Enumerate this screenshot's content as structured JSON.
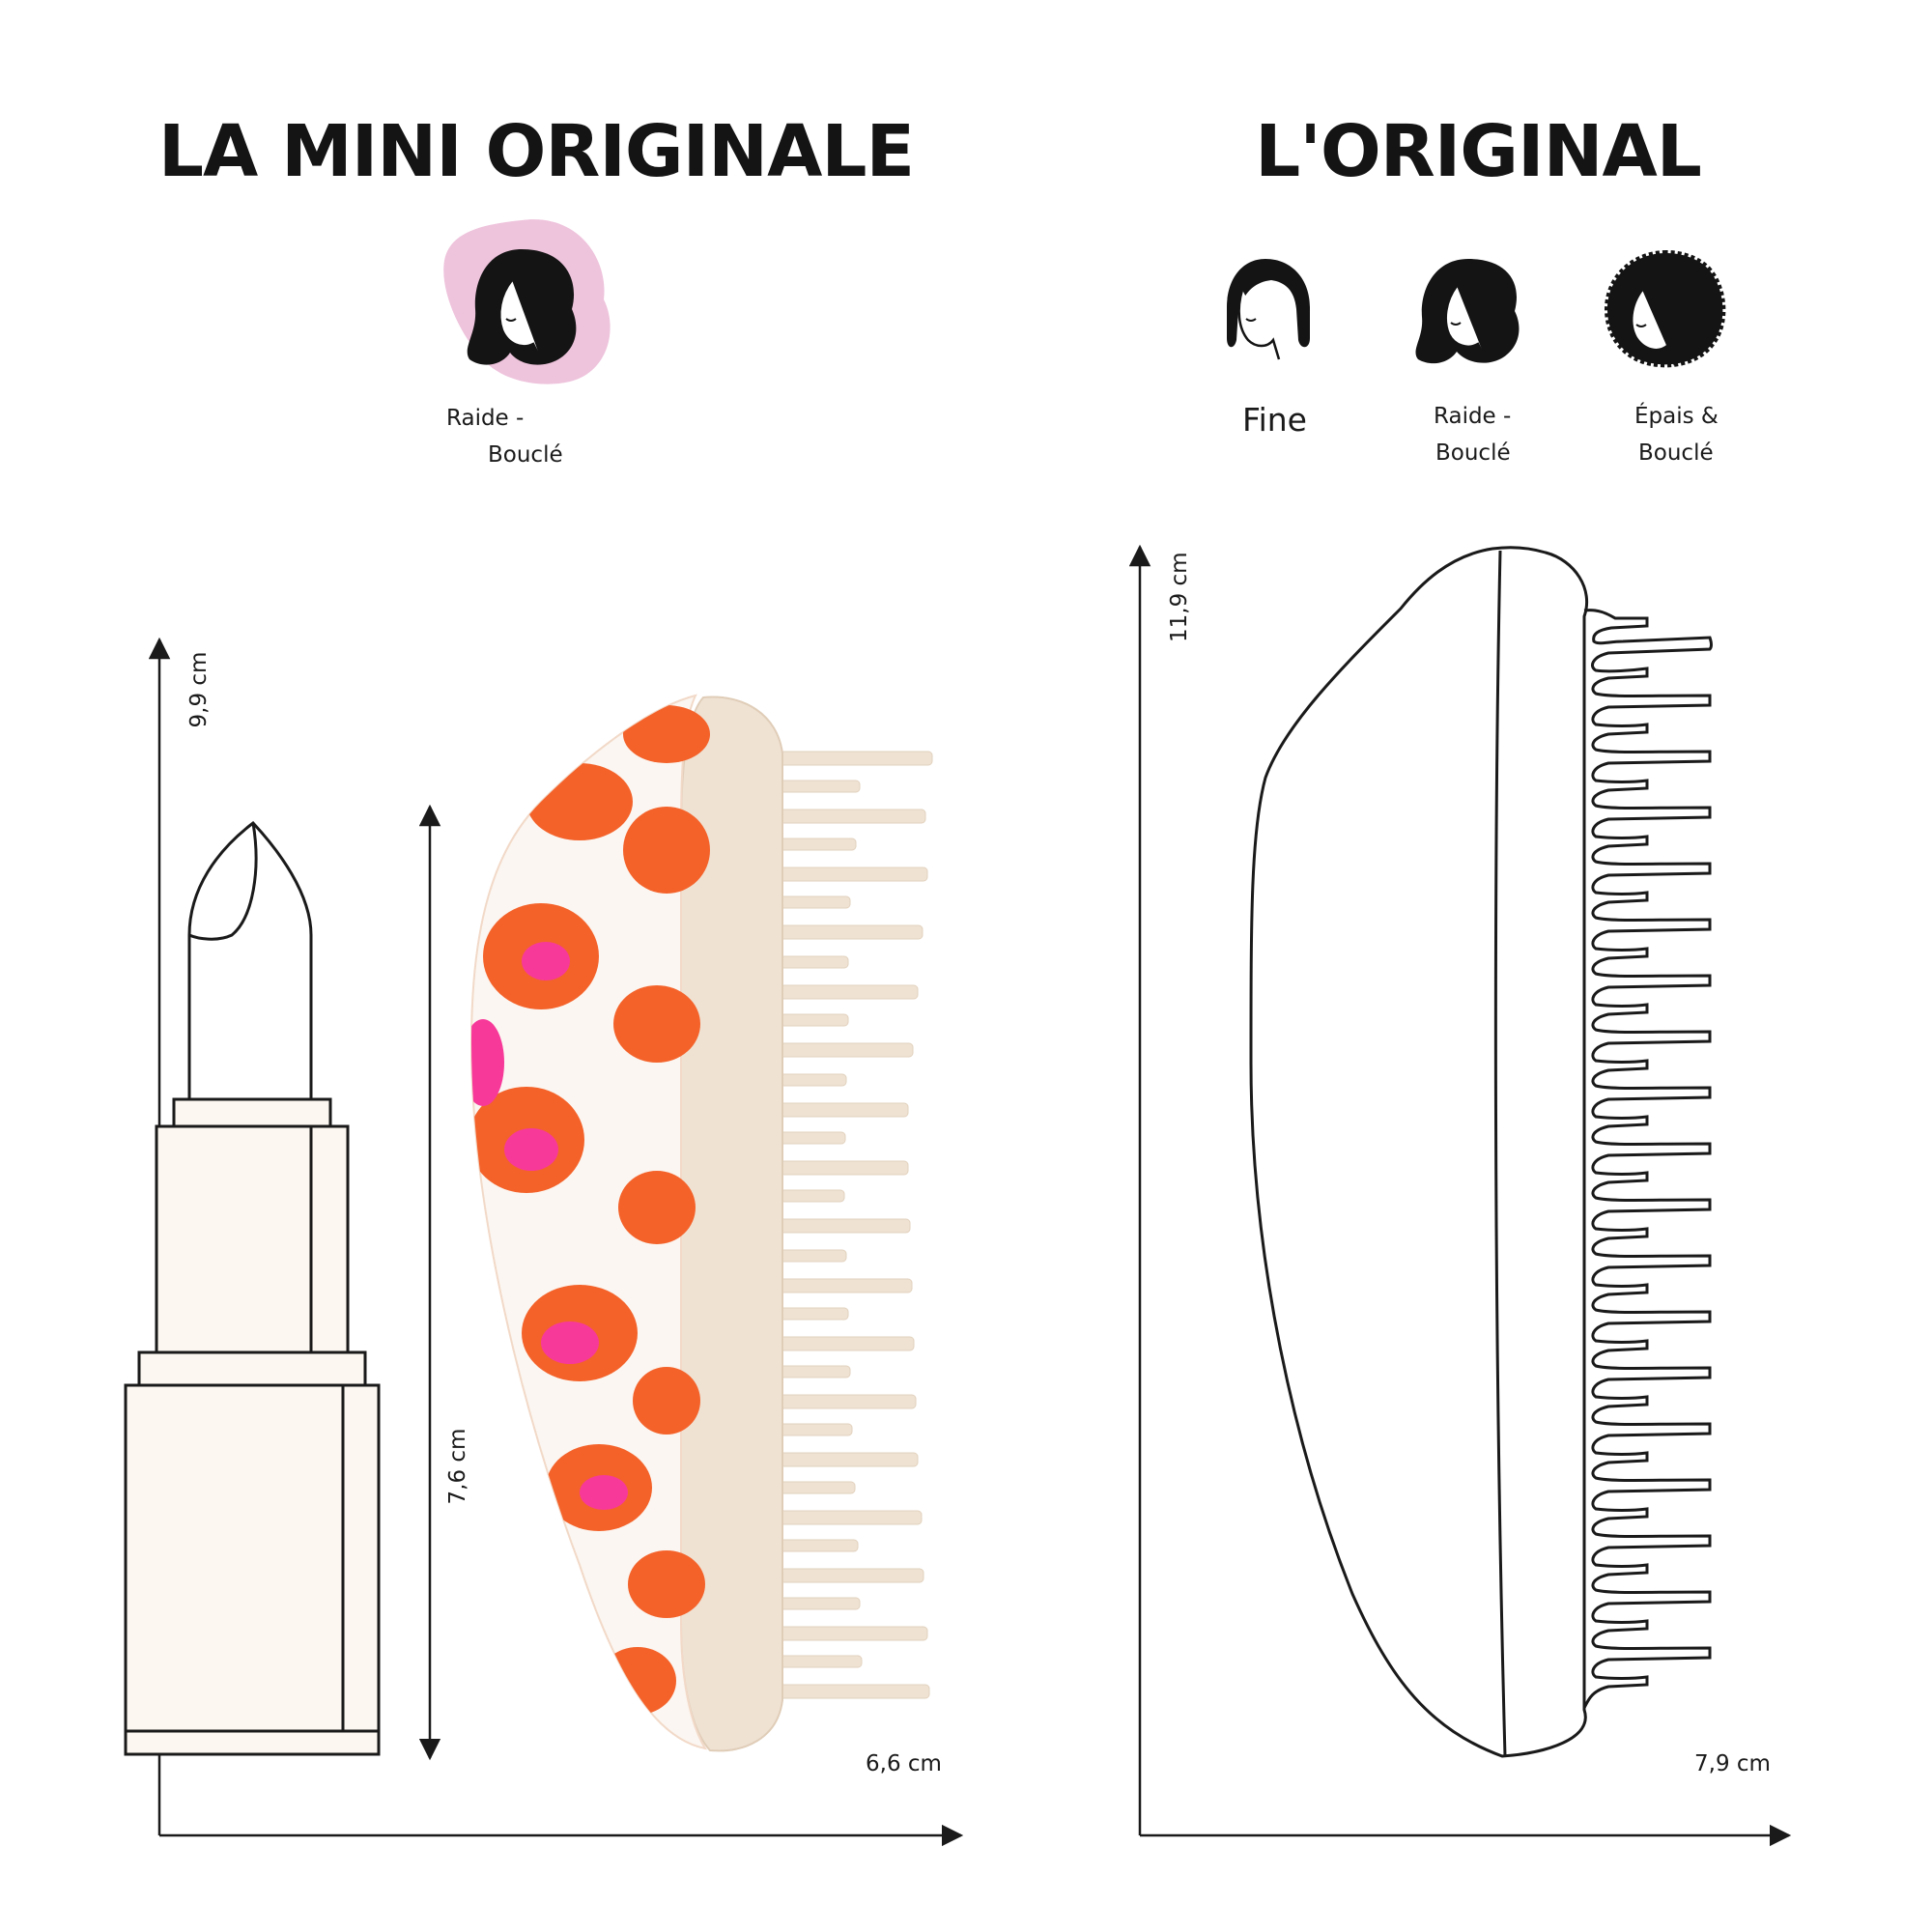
{
  "sections": {
    "mini": {
      "title": "LA MINI ORIGINALE",
      "hair_types": [
        {
          "line1": "Raide -",
          "line2": "Bouclé",
          "icon": "wavy-hair-face-icon",
          "highlighted": true
        }
      ],
      "height_total": "9,9 cm",
      "height_brush": "7,6 cm",
      "width": "6,6 cm"
    },
    "original": {
      "title": "L'ORIGINAL",
      "hair_types": [
        {
          "line1": "Fine",
          "icon": "fine-hair-face-icon"
        },
        {
          "line1": "Raide -",
          "line2": "Bouclé",
          "icon": "wavy-hair-face-icon"
        },
        {
          "line1": "Épais &",
          "line2": "Bouclé",
          "icon": "curly-hair-face-icon"
        }
      ],
      "height": "11,9 cm",
      "width": "7,9 cm"
    }
  },
  "colors": {
    "highlight": "#eec3dc",
    "brush_orange": "#f4622a",
    "brush_pink": "#f7399a",
    "brush_cream": "#efe2d3",
    "lipstick_cream": "#fcf7f0",
    "line": "#1a1a1a"
  }
}
